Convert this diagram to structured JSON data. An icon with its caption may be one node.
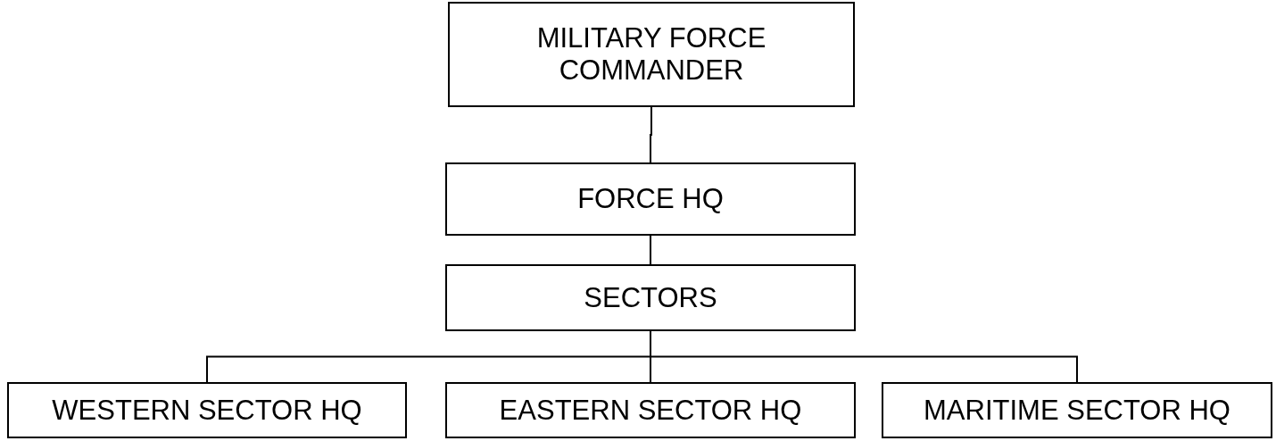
{
  "diagram": {
    "nodes": [
      {
        "text": [
          "MILITARY FORCE COMMANDER"
        ]
      },
      {
        "text": [
          "FORCE HQ"
        ]
      },
      {
        "text": [
          "SECTORS"
        ]
      },
      {
        "text": [
          "WESTERN SECTOR HQ"
        ]
      },
      {
        "text": [
          "EASTERN SECTOR HQ"
        ]
      },
      {
        "text": [
          "MARITIME SECTOR HQ"
        ]
      }
    ],
    "edges": [
      {
        "from": 0,
        "to": 1,
        "arrow": "none"
      },
      {
        "from": 1,
        "to": 2,
        "arrow": "none"
      },
      {
        "from": 2,
        "to": 3,
        "arrow": "none"
      },
      {
        "from": 2,
        "to": 4,
        "arrow": "none"
      },
      {
        "from": 2,
        "to": 5,
        "arrow": "none"
      }
    ]
  }
}
